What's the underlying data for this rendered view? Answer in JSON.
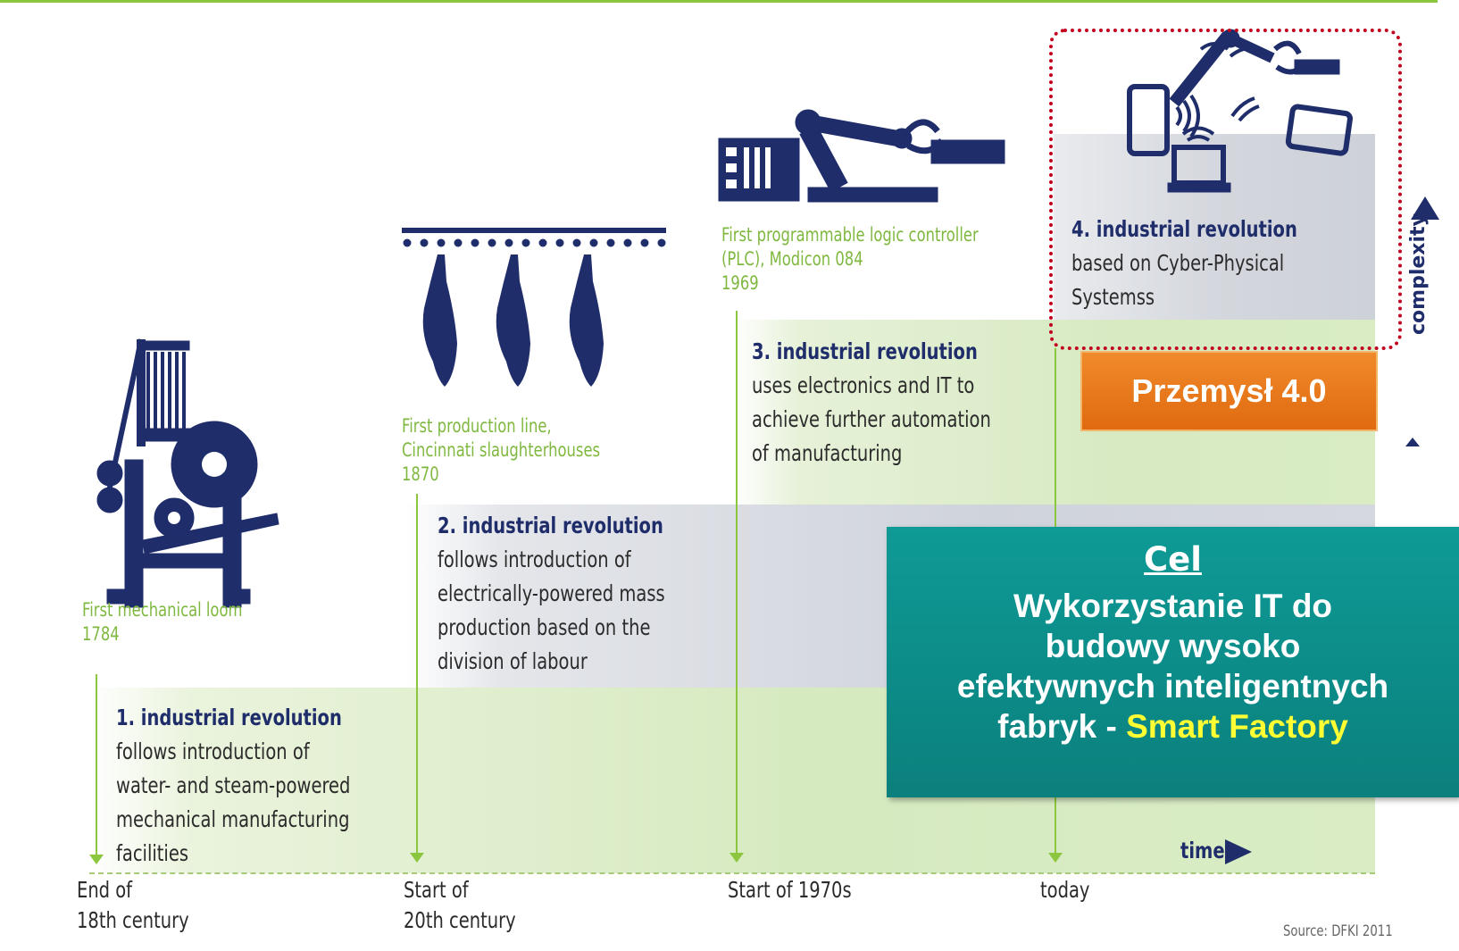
{
  "revolutions": [
    {
      "title": "1. industrial revolution",
      "lines": [
        "follows introduction of",
        "water- and steam-powered",
        "mechanical manufacturing",
        "facilities"
      ]
    },
    {
      "title": "2. industrial revolution",
      "lines": [
        "follows introduction of",
        "electrically-powered mass",
        "production based on the",
        "division of labour"
      ]
    },
    {
      "title": "3. industrial revolution",
      "lines": [
        "uses electronics and IT to",
        "achieve further automation",
        "of manufacturing"
      ]
    },
    {
      "title": "4. industrial revolution",
      "lines": [
        "based on Cyber-Physical",
        "Systemss"
      ]
    }
  ],
  "milestones": [
    {
      "lines": [
        "First mechanical loom",
        "1784"
      ]
    },
    {
      "lines": [
        "First production line,",
        "Cincinnati slaughterhouses",
        "1870"
      ]
    },
    {
      "lines": [
        "First programmable logic controller",
        "(PLC), Modicon 084",
        "1969"
      ]
    }
  ],
  "timeline": [
    {
      "lines": [
        "End of",
        "18th century"
      ]
    },
    {
      "lines": [
        "Start of",
        "20th century"
      ]
    },
    {
      "lines": [
        "Start of 1970s"
      ]
    },
    {
      "lines": [
        "today"
      ]
    }
  ],
  "axes": {
    "time": "time",
    "complexity": "complexity"
  },
  "source": "Source: DFKI 2011",
  "badge": "Przemysł 4.0",
  "goal": {
    "heading": "Cel",
    "lines": [
      "Wykorzystanie IT do",
      "budowy wysoko",
      "efektywnych inteligentnych"
    ],
    "last_prefix": "fabryk - ",
    "last_highlight": "Smart Factory"
  },
  "colors": {
    "navy": "#1f2d6b",
    "green": "#7fb83f",
    "orange": "#e06a10",
    "teal": "#0b8c88",
    "highlight": "#ffff33",
    "dotted_frame": "#c0001d"
  },
  "icons": [
    "loom-icon",
    "slaughterhouse-line-icon",
    "plc-robot-arm-icon",
    "cyber-physical-devices-icon"
  ]
}
